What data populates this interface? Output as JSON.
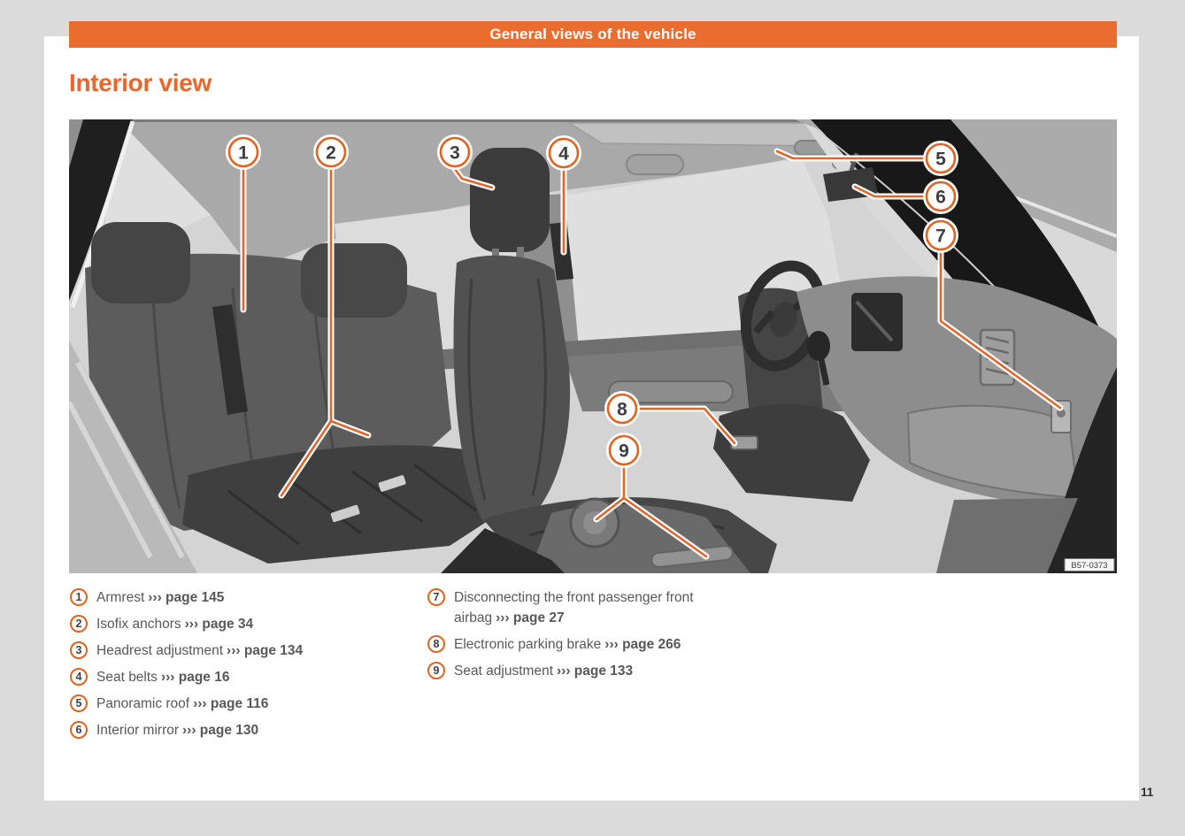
{
  "header": {
    "title": "General views of the vehicle"
  },
  "section": {
    "title": "Interior view"
  },
  "figure": {
    "code_label": "B57-0373",
    "callouts": [
      {
        "number": "1"
      },
      {
        "number": "2"
      },
      {
        "number": "3"
      },
      {
        "number": "4"
      },
      {
        "number": "5"
      },
      {
        "number": "6"
      },
      {
        "number": "7"
      },
      {
        "number": "8"
      },
      {
        "number": "9"
      }
    ]
  },
  "legend": {
    "left": [
      {
        "number": "1",
        "label": "Armrest",
        "ref": "››› page 145"
      },
      {
        "number": "2",
        "label": "Isofix anchors",
        "ref": "››› page 34"
      },
      {
        "number": "3",
        "label": "Headrest adjustment",
        "ref": "››› page 134"
      },
      {
        "number": "4",
        "label": "Seat belts",
        "ref": "››› page 16"
      },
      {
        "number": "5",
        "label": "Panoramic roof",
        "ref": "››› page 116"
      },
      {
        "number": "6",
        "label": "Interior mirror",
        "ref": "››› page 130"
      }
    ],
    "right": [
      {
        "number": "7",
        "label": "Disconnecting the front passenger front airbag",
        "ref": "››› page 27"
      },
      {
        "number": "8",
        "label": "Electronic parking brake",
        "ref": "››› page 266"
      },
      {
        "number": "9",
        "label": "Seat adjustment",
        "ref": "››› page 133"
      }
    ]
  },
  "footer": {
    "page_number": "11"
  },
  "colors": {
    "banner_orange": "#ea6c2e",
    "heading_orange": "#e8672c",
    "callout_ring_orange": "#de6420",
    "leader_orange": "#e0662a",
    "legend_text_gray": "#58585a",
    "figure_background_gray": "#d4d4d4"
  }
}
